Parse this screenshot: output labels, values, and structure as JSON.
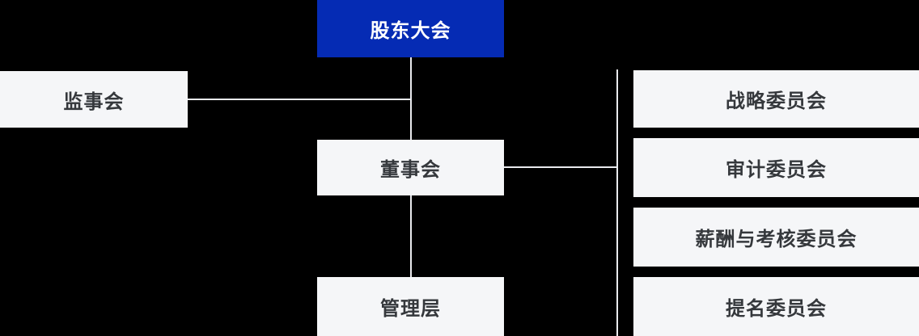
{
  "org_chart": {
    "nodes": {
      "shareholders": {
        "label": "股东大会"
      },
      "supervisory_board": {
        "label": "监事会"
      },
      "board_of_directors": {
        "label": "董事会"
      },
      "management": {
        "label": "管理层"
      },
      "committees": [
        {
          "label": "战略委员会"
        },
        {
          "label": "审计委员会"
        },
        {
          "label": "薪酬与考核委员会"
        },
        {
          "label": "提名委员会"
        }
      ]
    },
    "colors": {
      "background": "#000000",
      "primary_node_background": "#052bb4",
      "primary_node_text": "#ffffff",
      "node_background": "#f5f6f8",
      "node_text": "#35383c",
      "connector": "#e9eaee"
    }
  }
}
